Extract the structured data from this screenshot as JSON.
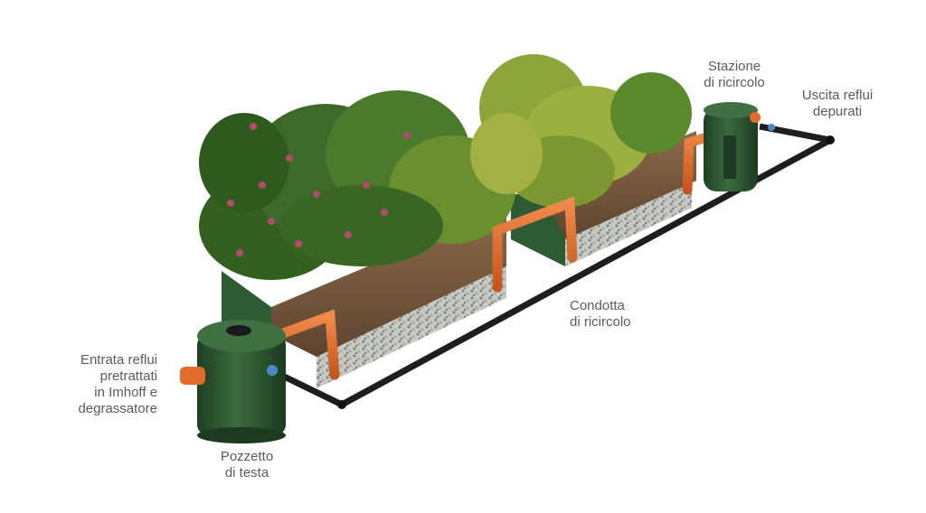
{
  "labels": {
    "inlet": [
      "Entrata reflui",
      "pretrattati",
      "in Imhoff e",
      "degrassatore"
    ],
    "head_well": [
      "Pozzetto",
      "di testa"
    ],
    "recirc_pipe": [
      "Condotta",
      "di ricircolo"
    ],
    "recirc_station": [
      "Stazione",
      "di ricircolo"
    ],
    "outlet": [
      "Uscita reflui",
      "depurati"
    ]
  },
  "colors": {
    "tank_green": "#2f5a33",
    "pipe_orange": "#e26b2b",
    "pipe_black": "#1e1e1e",
    "soil": "#7a5a3c",
    "gravel": "#bfc0bd",
    "foliage_dark": "#3c6a2a",
    "foliage_light": "#8da53a",
    "flower": "#b24a6b",
    "label_text": "#5a5a5a"
  }
}
